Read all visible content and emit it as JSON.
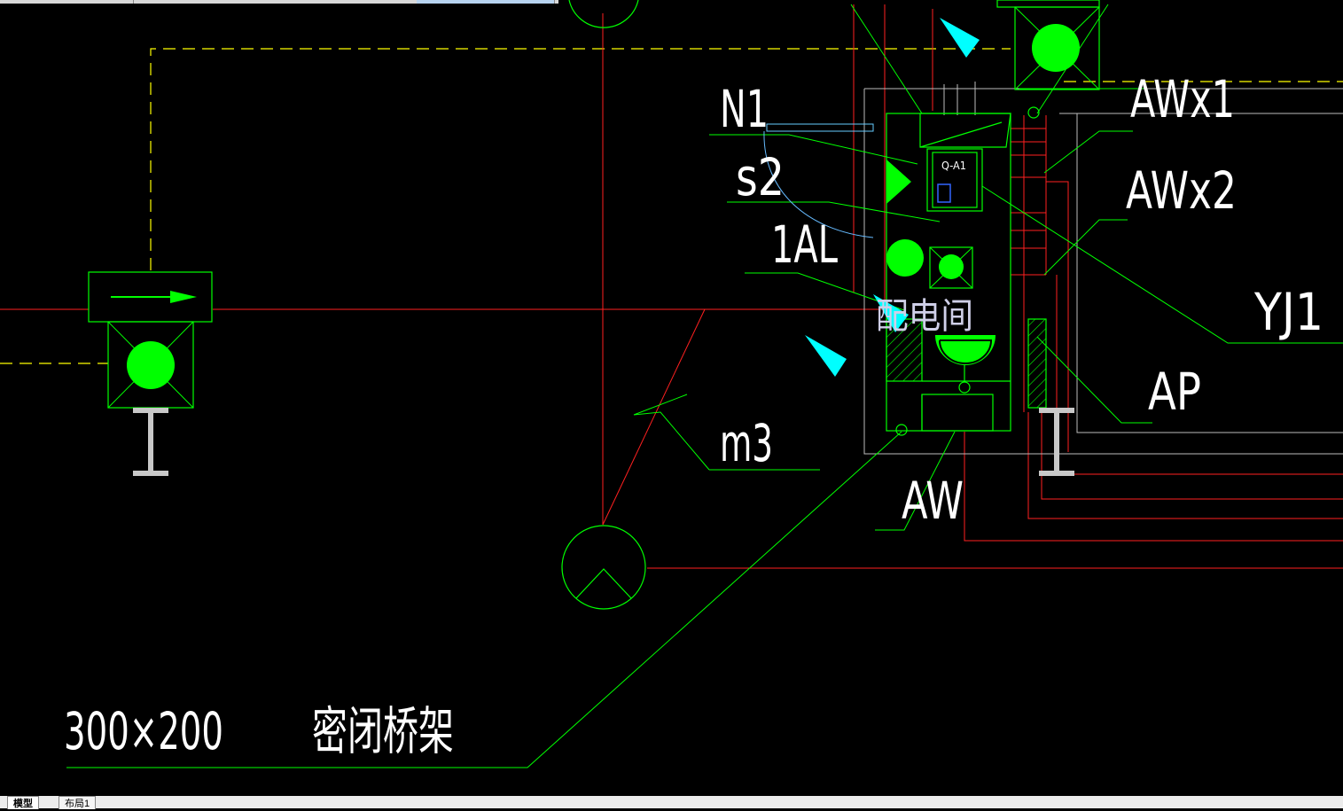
{
  "drawing": {
    "labels": {
      "n1": "N1",
      "s2": "s2",
      "al1": "1AL",
      "m3": "m3",
      "aw": "AW",
      "awx1": "AWx1",
      "awx2": "AWx2",
      "yj1": "YJ1",
      "ap": "AP",
      "tray_size": "300×200",
      "tray_name": "密闭桥架",
      "room_name": "配电间",
      "panel_code": "Q-A1"
    }
  },
  "tabs": [
    {
      "label": "模型",
      "active": true
    },
    {
      "label": "布局1",
      "active": false
    }
  ],
  "colors": {
    "background": "#000000",
    "green": "#00ff00",
    "red": "#ff0000",
    "yellow": "#ffff00",
    "cyan": "#00ffff",
    "white": "#ffffff",
    "gray": "#c0c0c0"
  }
}
